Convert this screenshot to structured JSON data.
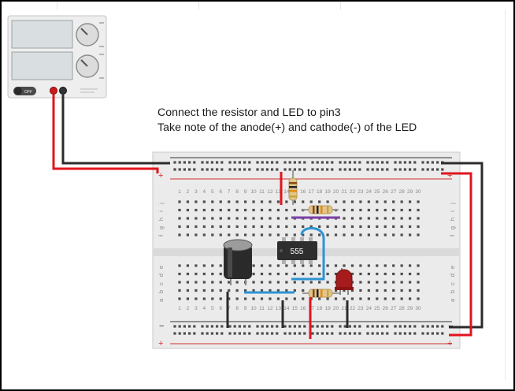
{
  "instructions": {
    "line1": "Connect the resistor and LED to pin3",
    "line2": "Take note of the anode(+) and cathode(-) of the LED"
  },
  "power_supply": {
    "switch_label": "OFF",
    "colors": {
      "case": "#ececec",
      "display": "#d8dde0",
      "knob": "#dcdcdc",
      "switch": "#4a4a4a"
    }
  },
  "ic": {
    "label": "555"
  },
  "breadboard": {
    "row_letters_top": [
      "j",
      "i",
      "h",
      "g",
      "f"
    ],
    "row_letters_bottom": [
      "e",
      "d",
      "c",
      "b",
      "a"
    ],
    "rail_minus": "−",
    "rail_plus": "+",
    "column_count": 30,
    "colors": {
      "body": "#ebebeb",
      "hole": "#4d4d4d",
      "rail_red": "#d32f2f",
      "rail_black": "#333333",
      "number_text": "#888888"
    }
  },
  "wires": {
    "colors": {
      "red": "#e1141e",
      "black": "#2b2b2b",
      "blue": "#2d93d2",
      "purple": "#7b42a6"
    }
  }
}
